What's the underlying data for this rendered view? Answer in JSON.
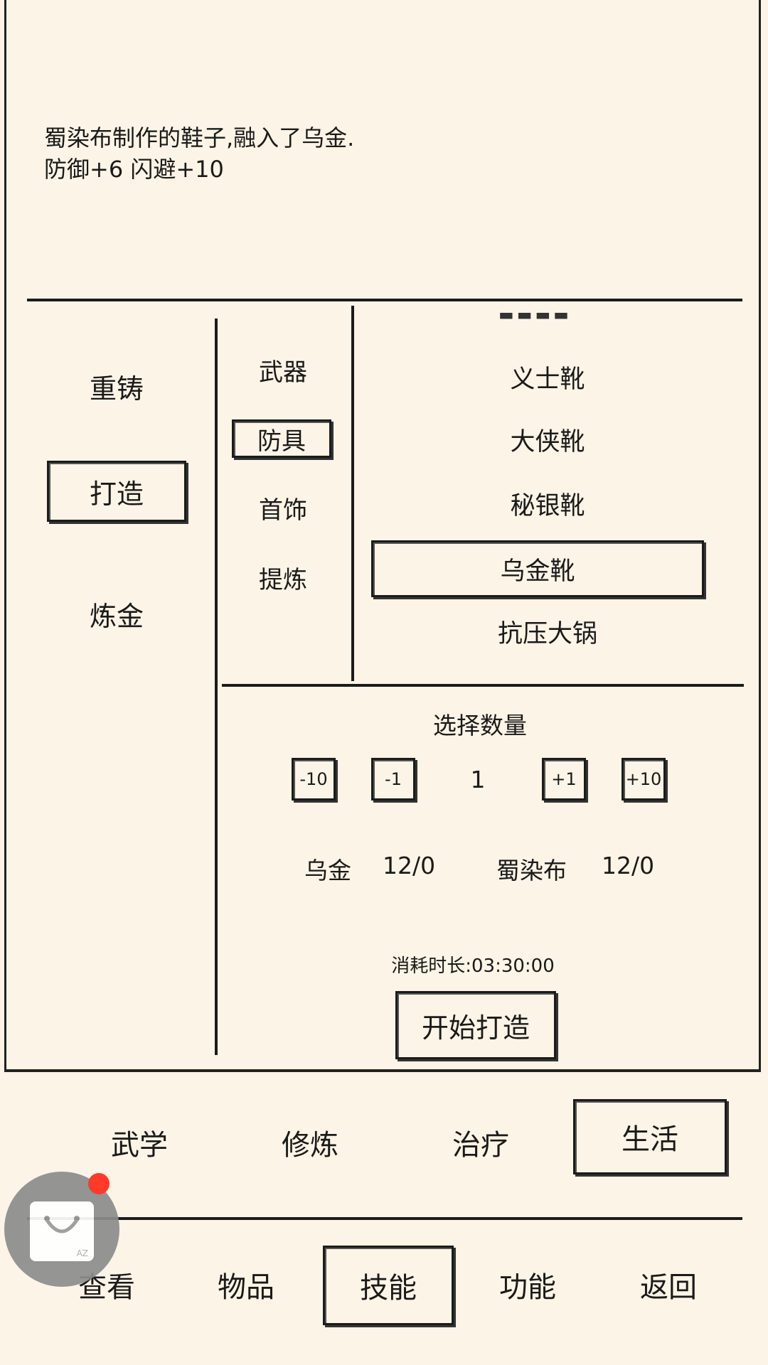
{
  "description": {
    "line1": "蜀染布制作的鞋子,融入了乌金.",
    "line2": "防御+6 闪避+10"
  },
  "left_menu": {
    "items": [
      {
        "label": "重铸"
      },
      {
        "label": "打造",
        "selected": true
      },
      {
        "label": "炼金"
      }
    ]
  },
  "categories": {
    "items": [
      {
        "label": "武器"
      },
      {
        "label": "防具",
        "selected": true
      },
      {
        "label": "首饰"
      },
      {
        "label": "提炼"
      }
    ]
  },
  "recipes": {
    "items": [
      {
        "label": "义士靴"
      },
      {
        "label": "大侠靴"
      },
      {
        "label": "秘银靴"
      },
      {
        "label": "乌金靴",
        "selected": true
      },
      {
        "label": "抗压大锅"
      }
    ]
  },
  "quantity": {
    "title": "选择数量",
    "minus10": "-10",
    "minus1": "-1",
    "value": "1",
    "plus1": "+1",
    "plus10": "+10"
  },
  "materials": [
    {
      "name": "乌金",
      "count": "12/0"
    },
    {
      "name": "蜀染布",
      "count": "12/0"
    }
  ],
  "duration": "消耗时长:03:30:00",
  "start_button": "开始打造",
  "skill_tabs": [
    {
      "label": "武学"
    },
    {
      "label": "修炼"
    },
    {
      "label": "治疗"
    },
    {
      "label": "生活",
      "selected": true
    }
  ],
  "bottom_nav": [
    {
      "label": "查看"
    },
    {
      "label": "物品"
    },
    {
      "label": "技能",
      "selected": true
    },
    {
      "label": "功能"
    },
    {
      "label": "返回"
    }
  ],
  "floating_widget": {
    "icon": "shopping-bag-icon",
    "badge_color": "#ff2d1a",
    "caption": "AZ"
  }
}
